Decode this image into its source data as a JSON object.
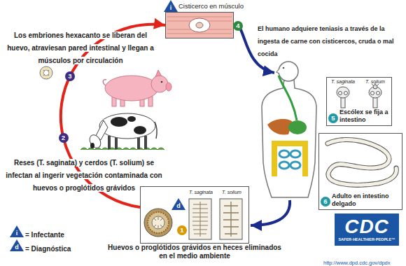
{
  "diagram": {
    "nodes": [
      {
        "text": [
          "Cisticerco en músculo"
        ]
      },
      {
        "text": [
          "T. saginata",
          "T. solium",
          "Escólex se fija a intestino"
        ]
      },
      {
        "text": [
          "Adulto en intestino delgado"
        ]
      },
      {
        "text": [
          "T. saginata",
          "T. solium",
          "Huevos o proglótidos grávidos en heces eliminados en el medio ambiente"
        ]
      },
      {
        "text": [
          "CDC",
          "SAFER·HEALTHIER·PEOPLE™"
        ]
      }
    ],
    "edges": [
      {
        "from": 3,
        "to": 0,
        "arrow": "to"
      }
    ],
    "labels": [
      "i",
      "4",
      "El humano adquiere teniasis a través de la ingesta de carne con cisticercos, cruda o mal cocida",
      "Los embriones hexacanto se liberan del huevo, atraviesan pared intestinal y llegan a músculos por circulación",
      "3",
      "Reses (T. saginata) y cerdos (T. solium) se infectan al ingerir vegetación contaminada con huevos o proglótidos grávidos",
      "2",
      "5",
      "6",
      "d",
      "1",
      "i",
      "d",
      "http://www.dpd.cdc.gov/dpdx"
    ],
    "legend": [
      {
        "text": "= Infectante"
      },
      {
        "text": "= Diagnóstica"
      }
    ]
  }
}
